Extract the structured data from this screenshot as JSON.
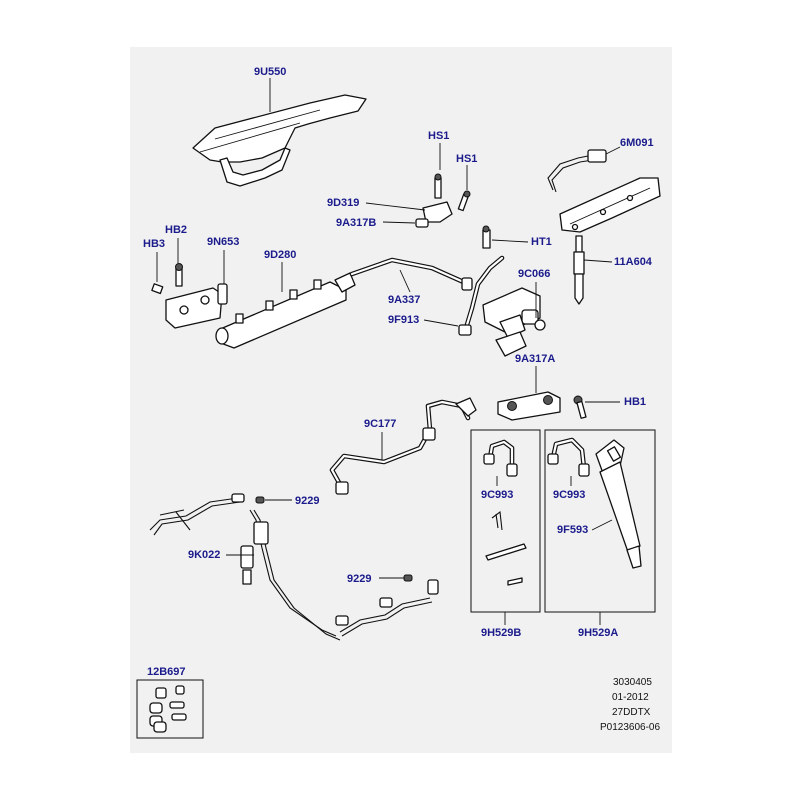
{
  "callouts": {
    "cover": "9U550",
    "hs1_a": "HS1",
    "hs1_b": "HS1",
    "bracket_rail": "9D319",
    "clamp_b": "9A317B",
    "wiring_harness": "6M091",
    "hb2": "HB2",
    "hb3": "HB3",
    "bracket_left": "9N653",
    "fuel_rail": "9D280",
    "ht1": "HT1",
    "glow_plug": "11A604",
    "valve": "9C066",
    "rail_pipe": "9A337",
    "return_pipe": "9F913",
    "clamp_a": "9A317A",
    "hb1": "HB1",
    "feed_pipe": "9C177",
    "clip_upper": "9229",
    "harness_lower": "9K022",
    "clip_lower": "9229",
    "injector_pipe_b": "9C993",
    "injector_pipe_a": "9C993",
    "injector": "9F593",
    "kit_b": "9H529B",
    "kit_a": "9H529A",
    "bolt_kit": "12B697"
  },
  "footer": {
    "line1": "3030405",
    "line2": "01-2012",
    "line3": "27DDTX",
    "line4": "P0123606-06"
  },
  "colors": {
    "background": "#f1f1f1",
    "callout_text": "#1b1b8c",
    "outline": "#111111"
  }
}
